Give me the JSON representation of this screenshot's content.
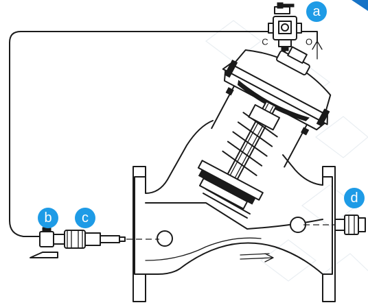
{
  "diagram": {
    "labels": {
      "a": "a",
      "b": "b",
      "c": "c",
      "d": "d"
    },
    "pilot_ports": {
      "left": "C",
      "right": "O"
    },
    "colors": {
      "badge": "#1e9be6",
      "line": "#1a1a1a",
      "corner_accent": "#1673c6",
      "watermark": "#e9eef2"
    }
  }
}
